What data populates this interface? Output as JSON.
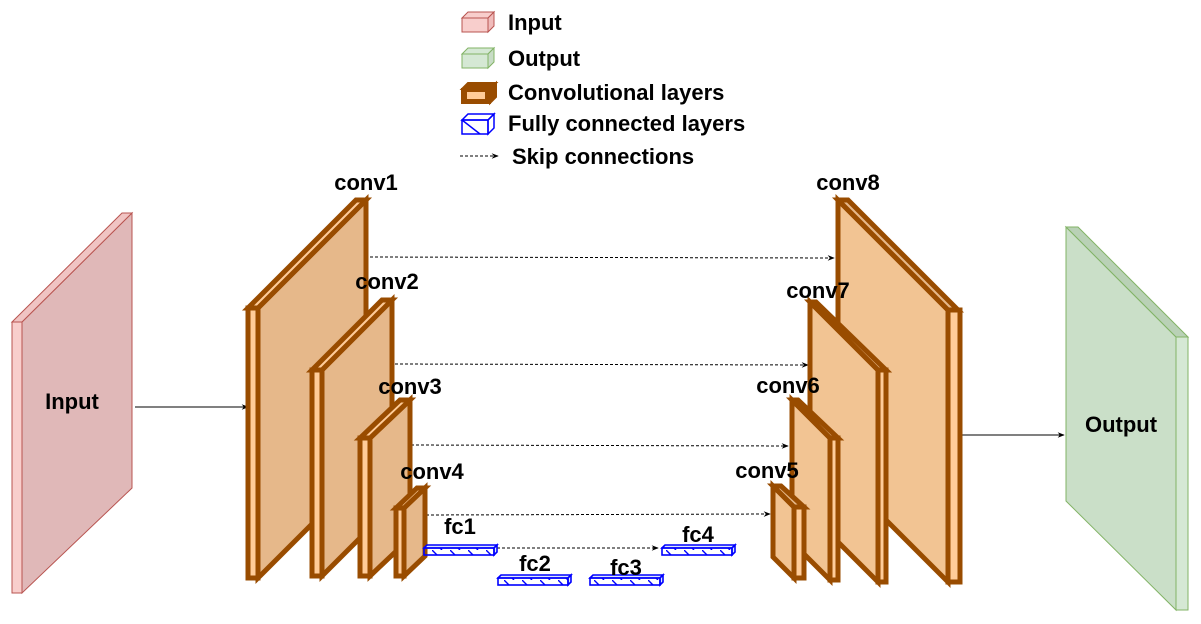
{
  "legend": {
    "items": [
      {
        "label": "Input",
        "icon": "input-cube-icon"
      },
      {
        "label": "Output",
        "icon": "output-cube-icon"
      },
      {
        "label": "Convolutional layers",
        "icon": "conv-cube-icon"
      },
      {
        "label": "Fully connected layers",
        "icon": "fc-cube-icon"
      },
      {
        "label": "Skip connections",
        "icon": "dashed-arrow-icon"
      }
    ]
  },
  "nodes": {
    "input": "Input",
    "output": "Output",
    "conv": [
      "conv1",
      "conv2",
      "conv3",
      "conv4",
      "conv5",
      "conv6",
      "conv7",
      "conv8"
    ],
    "fc": [
      "fc1",
      "fc2",
      "fc3",
      "fc4"
    ]
  },
  "colors": {
    "input_fill": "#e0b8b8",
    "input_side": "#f8cecc",
    "input_stroke": "#b85450",
    "output_fill": "#cadfc8",
    "output_side": "#d5e8d4",
    "output_stroke": "#82b366",
    "conv_fill_left": "#e6b88a",
    "conv_fill_right": "#f2c493",
    "conv_side": "#ffcc99",
    "conv_stroke": "#994c00",
    "fc_stroke": "#0000ff",
    "fc_fill": "#dae8fc",
    "arrow": "#000000"
  }
}
